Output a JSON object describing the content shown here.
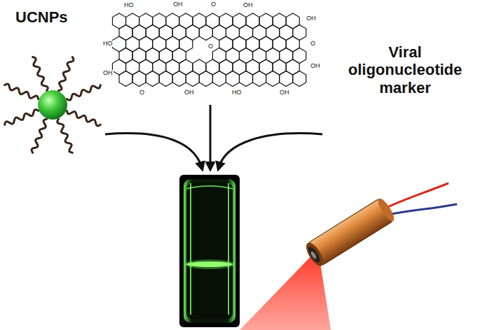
{
  "diagram": {
    "labels": [
      "UCNPs",
      "Viral oligonucleotide marker",
      "HO",
      "OH",
      "O",
      "OH",
      "OH",
      "HO",
      "O",
      "OH",
      "OH",
      "O",
      "OH",
      "HO",
      "OH",
      "O"
    ]
  }
}
